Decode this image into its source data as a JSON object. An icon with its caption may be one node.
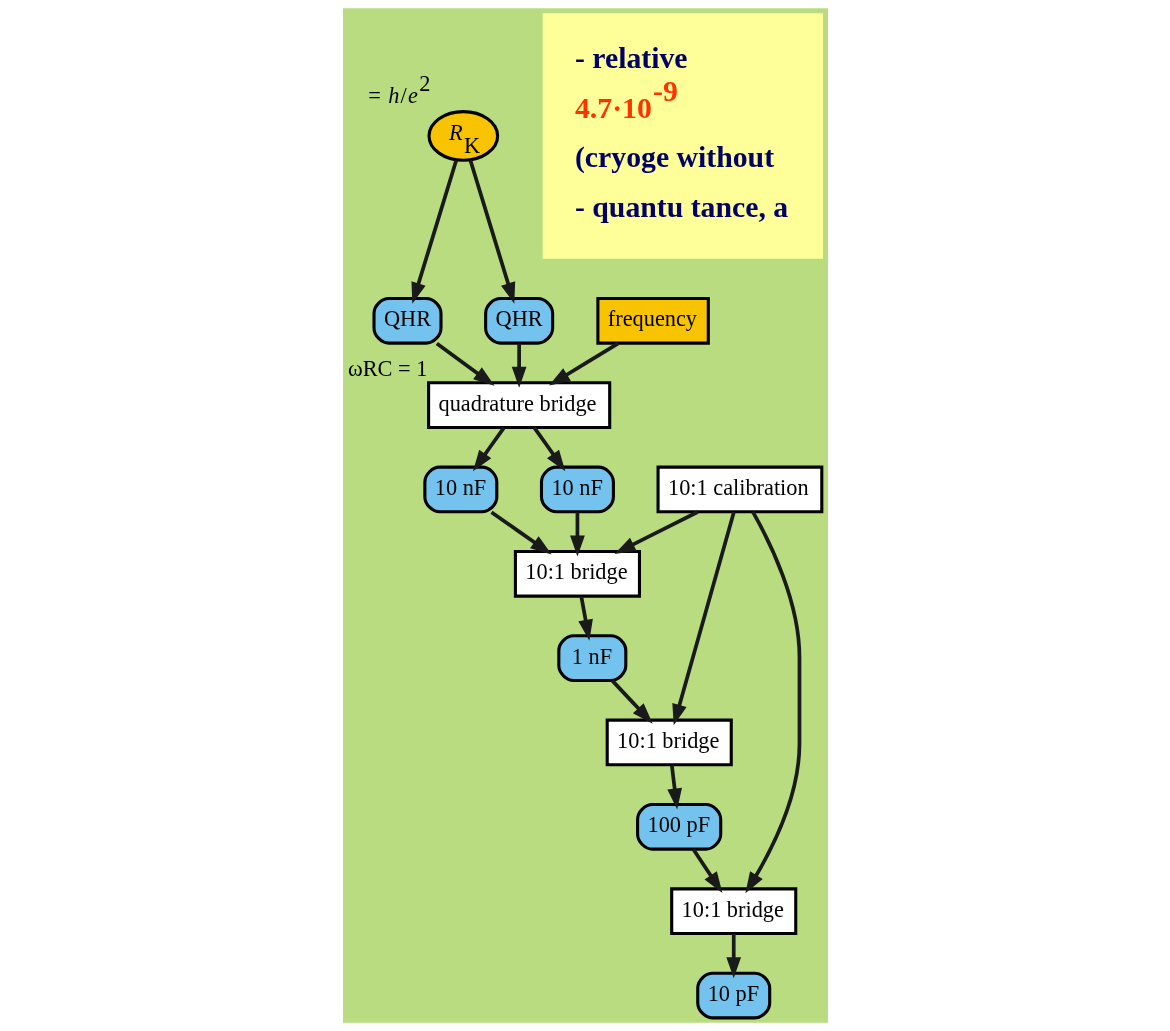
{
  "diagram": {
    "nodes": [
      {
        "text": [
          "10 nF"
        ]
      },
      {
        "text": [
          "quadrature bridge"
        ],
        "beside": [
          "ωRC = 1"
        ]
      },
      {
        "text": [
          "QHR"
        ]
      },
      {
        "text": [
          "*R*$_{K}$"
        ],
        "beside": [
          "= *h*/*e*$^{2}$"
        ]
      },
      {
        "text": [
          "10 nF"
        ]
      },
      {
        "text": [
          "frequency"
        ]
      },
      {
        "text": [
          "QHR"
        ]
      },
      {
        "text": [
          "10:1 bridge"
        ]
      },
      {
        "text": [
          "1 nF"
        ]
      },
      {
        "text": [
          "10:1 calibration"
        ]
      },
      {
        "text": [
          "10:1 bridge"
        ]
      },
      {
        "text": [
          "100 pF"
        ]
      },
      {
        "text": [
          "10:1 bridge"
        ]
      },
      {
        "text": [
          "10 pF"
        ]
      },
      {
        "text": [
          "- relative",
          "4.7·10$^{-9}$",
          "(cryoge without",
          "- quantu tance, a"
        ]
      }
    ],
    "edges": [
      {
        "from": 3,
        "to": 2,
        "arrow": "to"
      },
      {
        "from": 2,
        "to": 1,
        "arrow": "to"
      },
      {
        "from": 1,
        "to": 0,
        "arrow": "to"
      },
      {
        "from": 1,
        "to": 4,
        "arrow": "to"
      },
      {
        "from": 3,
        "to": 6,
        "arrow": "to"
      },
      {
        "from": 6,
        "to": 1,
        "arrow": "to"
      },
      {
        "from": 5,
        "to": 1,
        "arrow": "to"
      },
      {
        "from": 0,
        "to": 7,
        "arrow": "to"
      },
      {
        "from": 4,
        "to": 7,
        "arrow": "to"
      },
      {
        "from": 7,
        "to": 8,
        "arrow": "to"
      },
      {
        "from": 8,
        "to": 10,
        "arrow": "to"
      },
      {
        "from": 10,
        "to": 11,
        "arrow": "to"
      },
      {
        "from": 11,
        "to": 12,
        "arrow": "to"
      },
      {
        "from": 12,
        "to": 13,
        "arrow": "to"
      },
      {
        "from": 9,
        "to": 7,
        "arrow": "to"
      },
      {
        "from": 9,
        "to": 10,
        "arrow": "to"
      },
      {
        "from": 9,
        "to": 12,
        "arrow": "to"
      }
    ]
  }
}
